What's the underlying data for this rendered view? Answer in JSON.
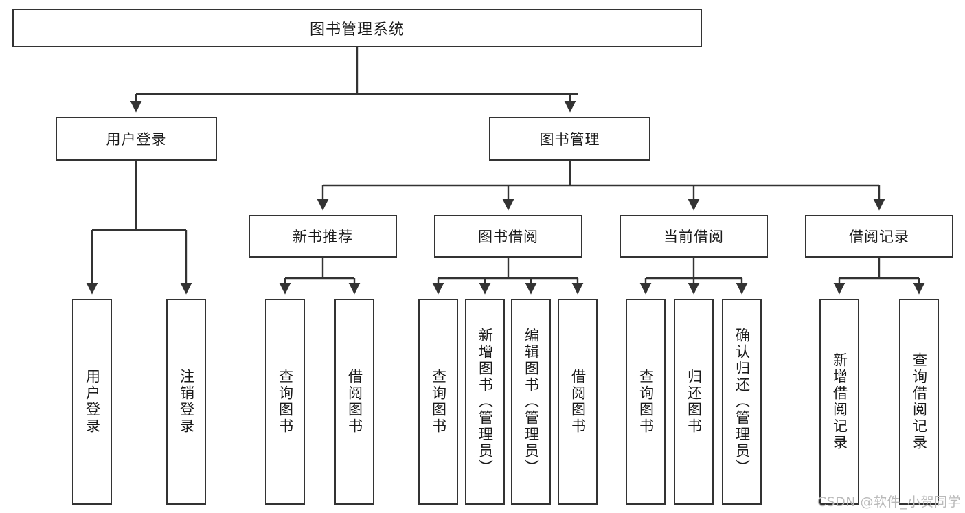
{
  "diagram": {
    "title": "图书管理系统",
    "type": "tree-hierarchy-diagram",
    "watermark": "CSDN @软件_小贺同学",
    "colors": {
      "stroke": "#333333",
      "fill": "#ffffff",
      "text": "#1a1a1a",
      "watermark": "#b9b9b9"
    },
    "nodes": {
      "root": {
        "label": "图书管理系统"
      },
      "level2": [
        {
          "id": "user-login",
          "label": "用户登录"
        },
        {
          "id": "book-manage",
          "label": "图书管理"
        }
      ],
      "level3": [
        {
          "id": "new-book-rec",
          "label": "新书推荐"
        },
        {
          "id": "book-borrow",
          "label": "图书借阅"
        },
        {
          "id": "current-borrow",
          "label": "当前借阅"
        },
        {
          "id": "borrow-record",
          "label": "借阅记录"
        }
      ],
      "leaves": {
        "user_login": [
          {
            "id": "leaf-user-login",
            "label": "用户登录"
          },
          {
            "id": "leaf-logout-login",
            "label": "注销登录"
          }
        ],
        "new_book_rec": [
          {
            "id": "leaf-query-book-1",
            "label": "查询图书"
          },
          {
            "id": "leaf-borrow-book-1",
            "label": "借阅图书"
          }
        ],
        "book_borrow": [
          {
            "id": "leaf-query-book-2",
            "label": "查询图书"
          },
          {
            "id": "leaf-add-book",
            "label": "新增图书（管理员）"
          },
          {
            "id": "leaf-edit-book",
            "label": "编辑图书（管理员）"
          },
          {
            "id": "leaf-borrow-book-2",
            "label": "借阅图书"
          }
        ],
        "current_borrow": [
          {
            "id": "leaf-query-book-3",
            "label": "查询图书"
          },
          {
            "id": "leaf-return-book",
            "label": "归还图书"
          },
          {
            "id": "leaf-confirm-return",
            "label": "确认归还（管理员）"
          }
        ],
        "borrow_record": [
          {
            "id": "leaf-add-record",
            "label": "新增借阅记录"
          },
          {
            "id": "leaf-query-record",
            "label": "查询借阅记录"
          }
        ]
      }
    }
  }
}
